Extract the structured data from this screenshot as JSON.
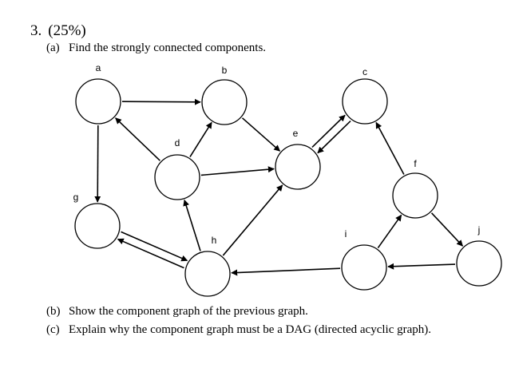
{
  "question": {
    "number": "3.",
    "weight": "(25%)"
  },
  "parts": [
    {
      "label": "(a)",
      "text": "Find the strongly connected components."
    },
    {
      "label": "(b)",
      "text": "Show the component graph of the previous graph."
    },
    {
      "label": "(c)",
      "text": "Explain why the component graph must be a DAG (directed acyclic graph)."
    }
  ],
  "graph": {
    "nodes": [
      "a",
      "b",
      "c",
      "d",
      "e",
      "f",
      "g",
      "h",
      "i",
      "j"
    ],
    "edges": [
      [
        "a",
        "b"
      ],
      [
        "a",
        "g"
      ],
      [
        "d",
        "a"
      ],
      [
        "d",
        "b"
      ],
      [
        "d",
        "e"
      ],
      [
        "b",
        "e"
      ],
      [
        "e",
        "c"
      ],
      [
        "c",
        "e"
      ],
      [
        "f",
        "c"
      ],
      [
        "f",
        "j"
      ],
      [
        "j",
        "i"
      ],
      [
        "i",
        "f"
      ],
      [
        "i",
        "h"
      ],
      [
        "h",
        "d"
      ],
      [
        "h",
        "e"
      ],
      [
        "h",
        "g"
      ],
      [
        "g",
        "h"
      ]
    ]
  }
}
